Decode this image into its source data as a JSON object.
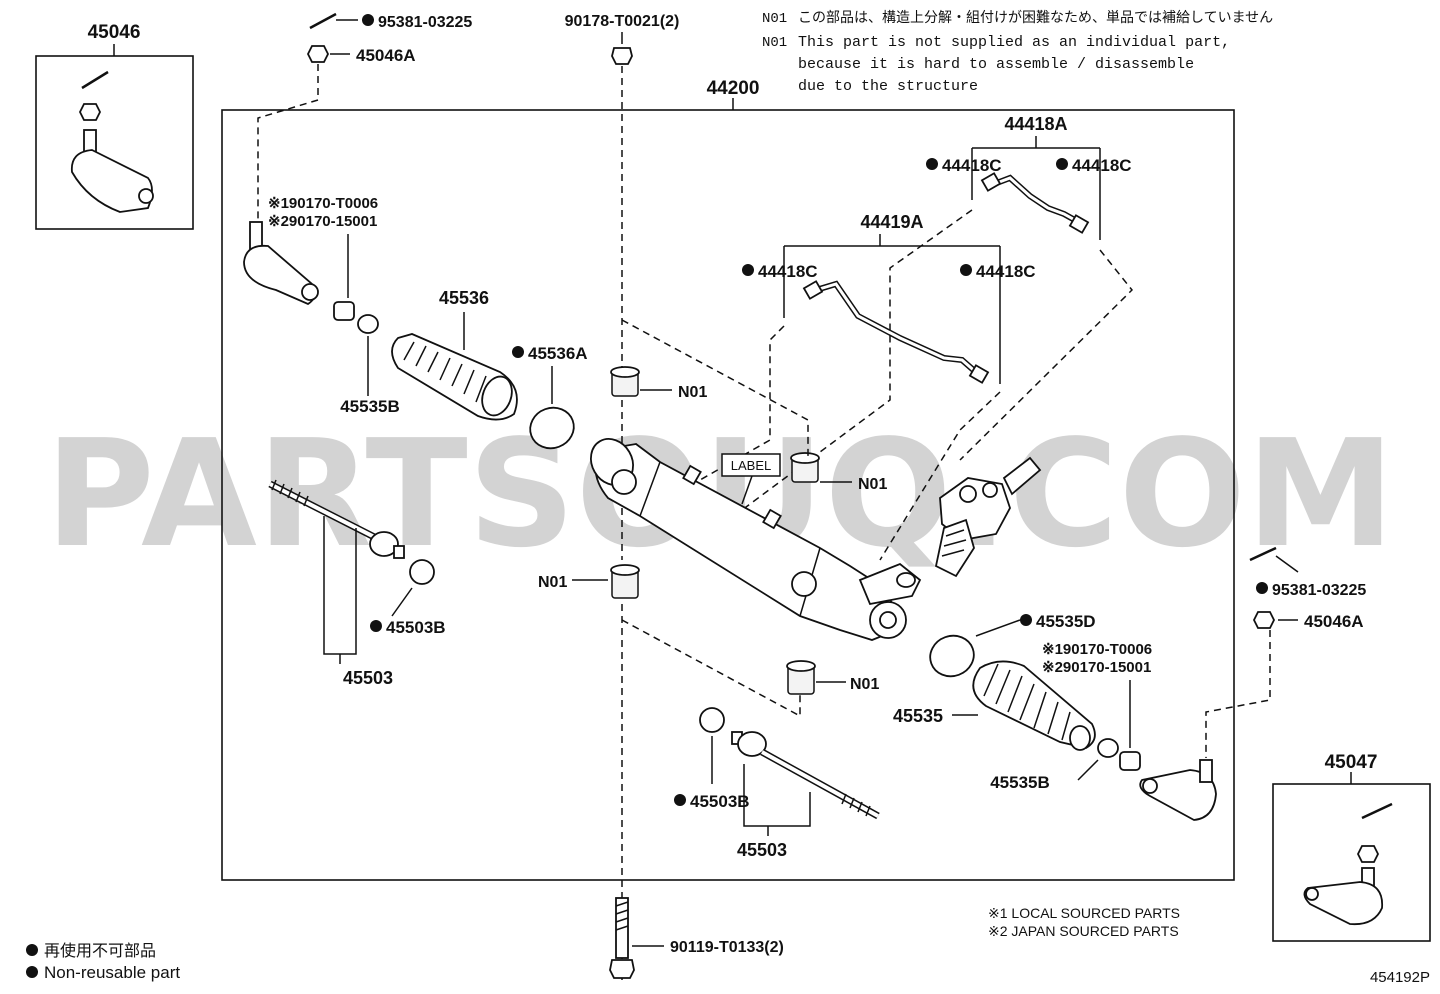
{
  "watermark": "PARTSOUQ.COM",
  "diagram_code": "454192P",
  "notes": {
    "jp_code": "N01",
    "jp_text": "この部品は、構造上分解・組付けが困難なため、単品では補給していません",
    "en_code": "N01",
    "en_line1": "This part is not supplied as an individual part,",
    "en_line2": "because it is hard to assemble / disassemble",
    "en_line3": "due to the structure"
  },
  "legend": {
    "jp": "再使用不可部品",
    "en": "Non-reusable part",
    "local": "※1 LOCAL SOURCED PARTS",
    "japan": "※2 JAPAN SOURCED PARTS"
  },
  "labels": {
    "p45046": "45046",
    "p45047": "45047",
    "p44200": "44200",
    "p95381_l": "95381-03225",
    "p45046A_l": "45046A",
    "p95381_r": "95381-03225",
    "p45046A_r": "45046A",
    "p90178": "90178-T0021(2)",
    "p90119": "90119-T0133(2)",
    "p44418A": "44418A",
    "p44418C_1": "44418C",
    "p44418C_2": "44418C",
    "p44418C_3": "44418C",
    "p44418C_4": "44418C",
    "p44419A": "44419A",
    "p190170_l": "※190170-T0006",
    "p290170_l": "※290170-15001",
    "p190170_r": "※190170-T0006",
    "p290170_r": "※290170-15001",
    "p45536": "45536",
    "p45536A": "45536A",
    "p45535B_l": "45535B",
    "p45535B_r": "45535B",
    "p45503B_l": "45503B",
    "p45503B_r": "45503B",
    "p45503_l": "45503",
    "p45503_r": "45503",
    "p45535D": "45535D",
    "p45535": "45535",
    "n01_1": "N01",
    "n01_2": "N01",
    "n01_3": "N01",
    "n01_4": "N01",
    "label_tag": "LABEL"
  }
}
